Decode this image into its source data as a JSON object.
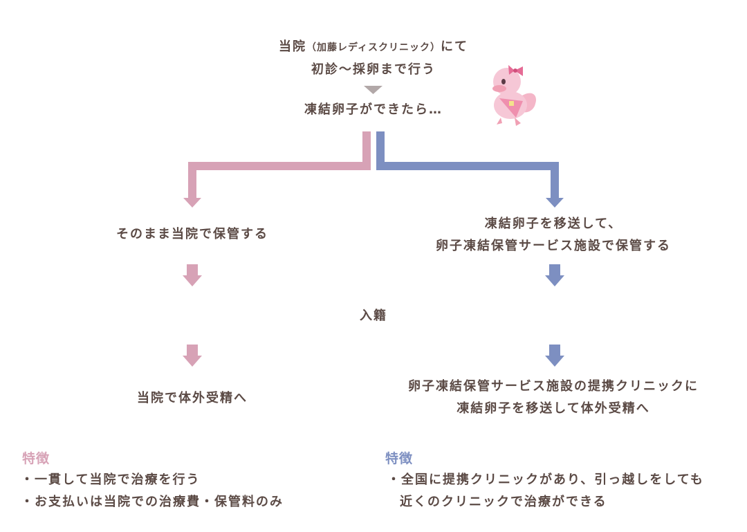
{
  "colors": {
    "pink": "#d7a2b6",
    "blue": "#7d8fc1",
    "gray": "#b2a8a8",
    "text": "#5b4a45",
    "heading_pink": "#d7a2b6",
    "heading_blue": "#7d8fc1"
  },
  "top": {
    "line1_prefix": "当院",
    "line1_paren": "（加藤レディスクリニック）",
    "line1_suffix": "にて",
    "line2": "初診〜採卵まで行う",
    "line3": "凍結卵子ができたら…"
  },
  "mascot": {
    "icon": "pink-bird-mascot-icon"
  },
  "left_branch": {
    "step1": "そのまま当院で保管する",
    "step3": "当院で体外受精へ"
  },
  "right_branch": {
    "step1_line1": "凍結卵子を移送して、",
    "step1_line2": "卵子凍結保管サービス施設で保管する",
    "step3_line1": "卵子凍結保管サービス施設の提携クリニックに",
    "step3_line2": "凍結卵子を移送して体外受精へ"
  },
  "middle": {
    "step2": "入籍"
  },
  "left_features": {
    "heading": "特徴",
    "items": [
      "・一貫して当院で治療を行う",
      "・お支払いは当院での治療費・保管料のみ"
    ]
  },
  "right_features": {
    "heading": "特徴",
    "item_line1": "・全国に提携クリニックがあり、引っ越しをしても",
    "item_line2": "近くのクリニックで治療ができる"
  }
}
